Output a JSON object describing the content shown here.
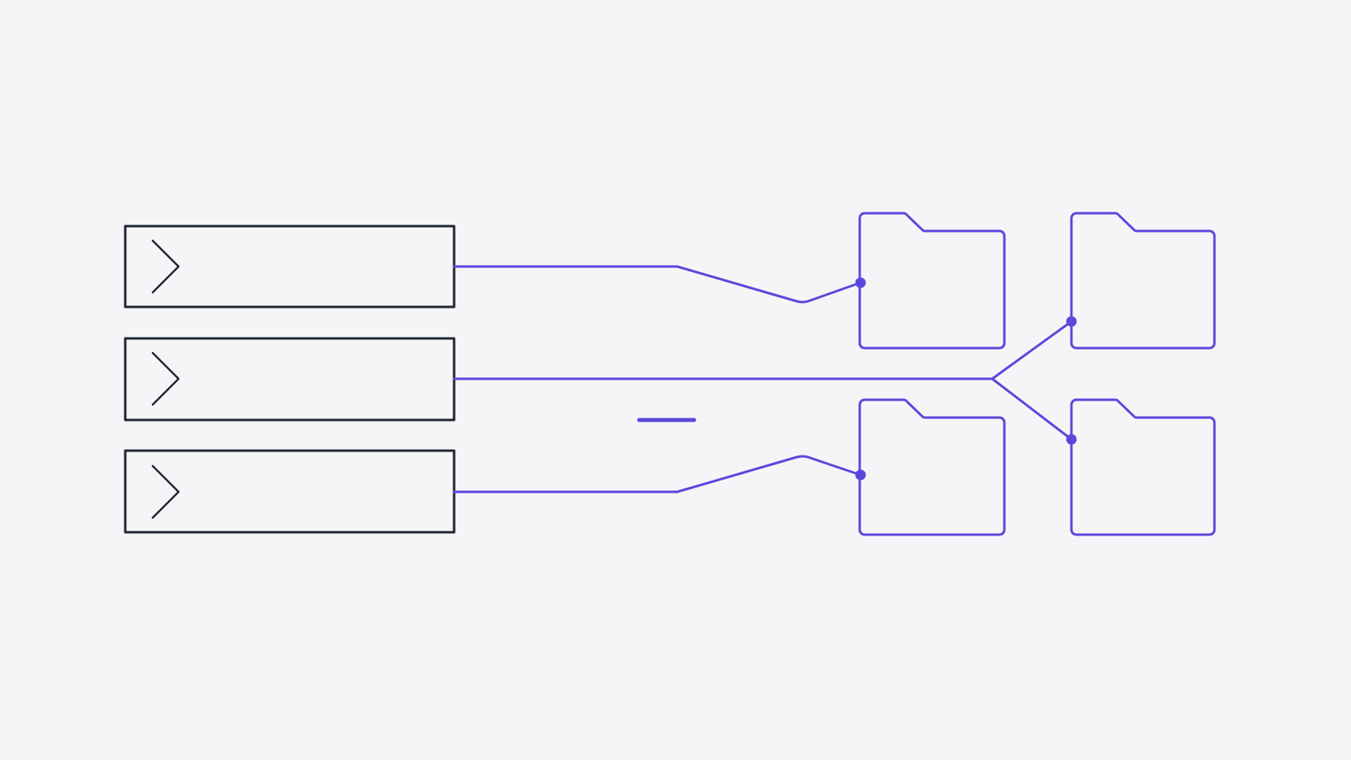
{
  "colors": {
    "background": "#f5f5f7",
    "panel_stroke": "#1f2733",
    "accent": "#5a48dc"
  },
  "diagram": {
    "panels": [
      {
        "id": "panel-1",
        "icon": "chevron-right-icon"
      },
      {
        "id": "panel-2",
        "icon": "chevron-right-icon"
      },
      {
        "id": "panel-3",
        "icon": "chevron-right-icon"
      }
    ],
    "folders": [
      {
        "id": "folder-top-left",
        "icon": "folder-icon"
      },
      {
        "id": "folder-top-right",
        "icon": "folder-icon"
      },
      {
        "id": "folder-bottom-left",
        "icon": "folder-icon"
      },
      {
        "id": "folder-bottom-right",
        "icon": "folder-icon"
      }
    ],
    "connections": [
      {
        "from": "panel-1",
        "to": "folder-top-left"
      },
      {
        "from": "panel-2",
        "to": "folder-top-right"
      },
      {
        "from": "panel-2",
        "to": "folder-bottom-right"
      },
      {
        "from": "panel-3",
        "to": "folder-bottom-left"
      }
    ],
    "minus_mark": "minus-icon"
  }
}
